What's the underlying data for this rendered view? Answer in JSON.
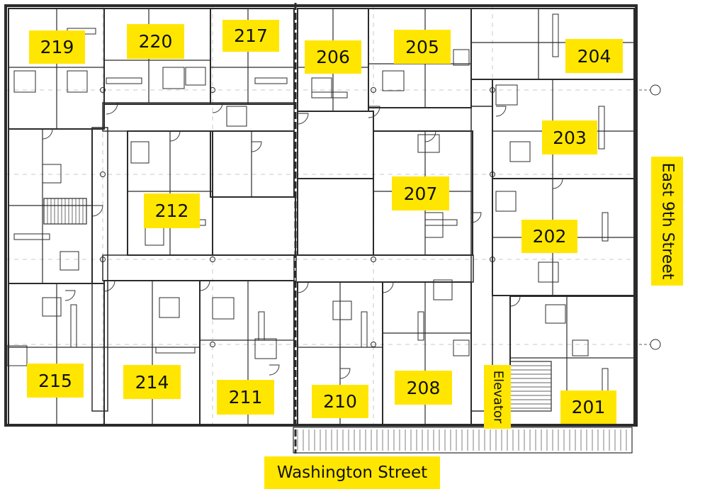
{
  "colors": {
    "label_fill": "#ffe600",
    "linework": "#2b2b2b",
    "background": "#ffffff"
  },
  "units": [
    {
      "id": "219",
      "label": "219"
    },
    {
      "id": "220",
      "label": "220"
    },
    {
      "id": "217",
      "label": "217"
    },
    {
      "id": "206",
      "label": "206"
    },
    {
      "id": "205",
      "label": "205"
    },
    {
      "id": "204",
      "label": "204"
    },
    {
      "id": "203",
      "label": "203"
    },
    {
      "id": "212",
      "label": "212"
    },
    {
      "id": "207",
      "label": "207"
    },
    {
      "id": "202",
      "label": "202"
    },
    {
      "id": "215",
      "label": "215"
    },
    {
      "id": "214",
      "label": "214"
    },
    {
      "id": "211",
      "label": "211"
    },
    {
      "id": "210",
      "label": "210"
    },
    {
      "id": "208",
      "label": "208"
    },
    {
      "id": "201",
      "label": "201"
    }
  ],
  "streets": {
    "south": "Washington Street",
    "east": "East 9th Street"
  },
  "elevator": {
    "label": "Elevator"
  }
}
